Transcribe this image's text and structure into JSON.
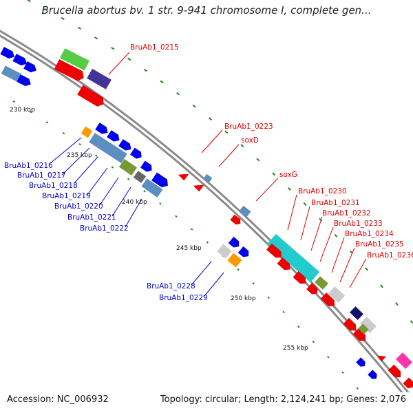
{
  "title": "Brucella abortus bv. 1 str. 9-941 chromosome I, complete gen...",
  "accession": "Accession: NC_006932",
  "summary": "Topology: circular; Length: 2,124,241 bp; Genes: 2,076",
  "colors": {
    "backbone": "#8a8a8a",
    "dots": "#1a8a1a",
    "red_labels": "#dd0000",
    "blue_labels": "#0000cc",
    "gene_red": "#ee0000",
    "gene_blue": "#0000ee",
    "gene_steel": "#5b8fc2",
    "gene_green": "#55cc44",
    "gene_indigo": "#443399",
    "gene_orange": "#ff9900",
    "gene_olive": "#779933",
    "gene_grey": "#666666",
    "gene_lightgrey": "#cccccc",
    "gene_cyan": "#22cccc",
    "gene_magenta": "#ff33aa",
    "gene_navy": "#111166"
  },
  "kbp_ticks": [
    "230 kbp",
    "235 kbp",
    "240 kbp",
    "245 kbp",
    "250 kbp",
    "255 kbp"
  ],
  "labels_red": [
    "BruAb1_0215",
    "BruAb1_0223",
    "soxD",
    "soxG",
    "BruAb1_0230",
    "BruAb1_0231",
    "BruAb1_0232",
    "BruAb1_0233",
    "BruAb1_0234",
    "BruAb1_0235",
    "BruAb1_0236"
  ],
  "labels_blue": [
    "BruAb1_0216",
    "BruAb1_0217",
    "BruAb1_0218",
    "BruAb1_0219",
    "BruAb1_0220",
    "BruAb1_0221",
    "BruAb1_0222",
    "BruAb1_0228",
    "BruAb1_0229"
  ]
}
